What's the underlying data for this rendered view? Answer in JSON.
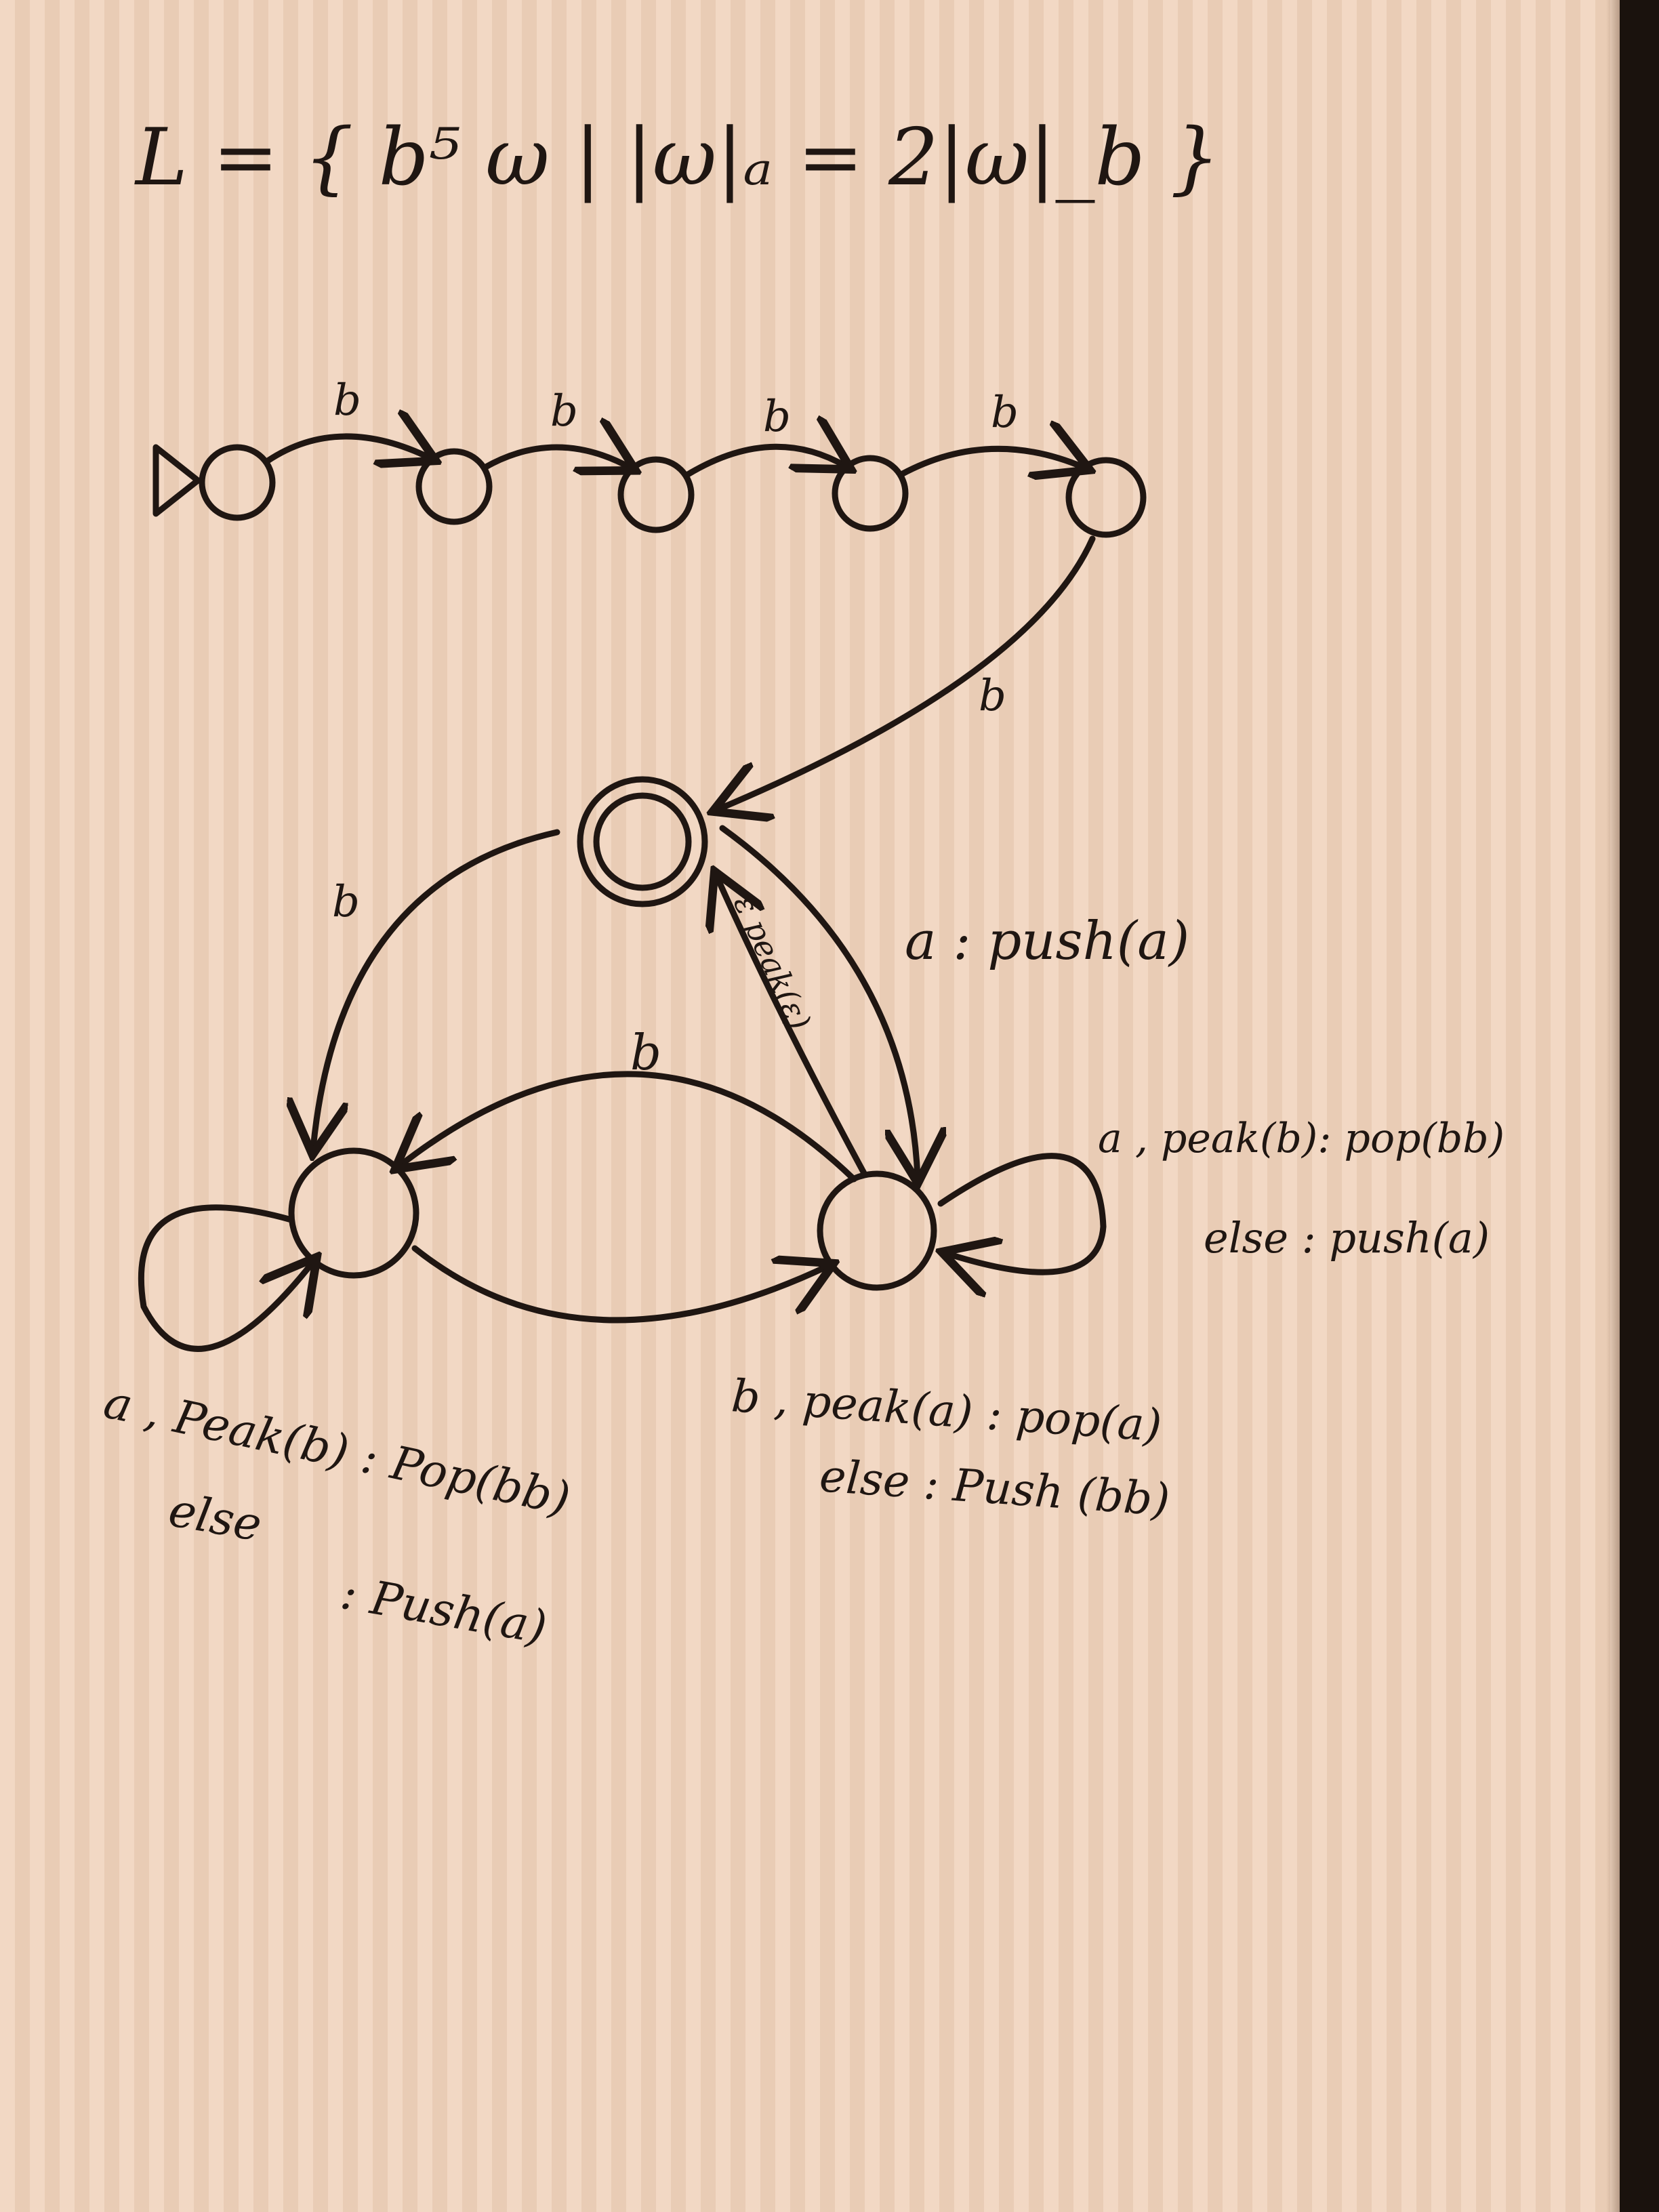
{
  "title": "L = { b⁵ ω | |ω|ₐ = 2|ω|_b }",
  "ink_color": "#1f1612",
  "paper_color": "#f0d4bd",
  "labels": {
    "t1": "b",
    "t2": "b",
    "t3": "b",
    "t4": "b",
    "t5": "b",
    "left_b": "b",
    "a_push": "a : push(a)",
    "eps": "ε peak(ε)",
    "mid_b": "b",
    "right_loop_1": "a , peak(b): pop(bb)",
    "right_loop_2": "else : push(a)",
    "bottom_1": "b , peak(a) : pop(a)",
    "bottom_2": "else : Push (bb)",
    "left_loop_1": "a , Peak(b) : Pop(bb)",
    "left_loop_2": "else",
    "left_loop_3": ": Push(a)"
  }
}
